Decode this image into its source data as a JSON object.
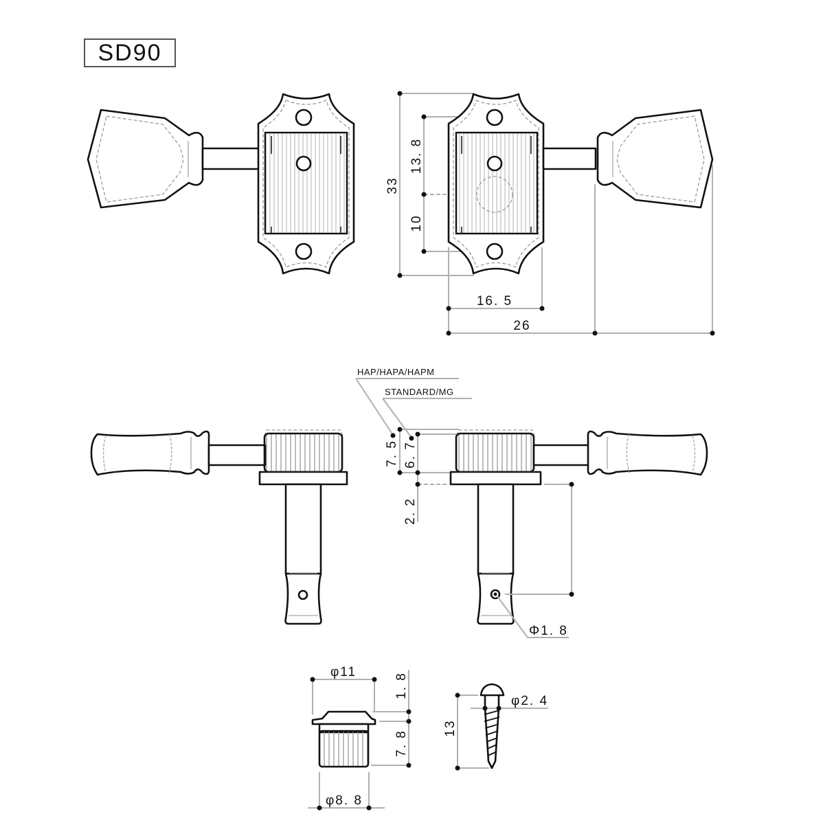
{
  "title": "SD90",
  "top_view": {
    "dimensions": {
      "overall_height": "33",
      "hole_to_center": "13. 8",
      "center_to_hole": "10",
      "housing_to_post": "16. 5",
      "overall_width": "26"
    }
  },
  "side_view": {
    "variants": {
      "hap": "HAP/HAPA/HAPM",
      "standard": "STANDARD/MG"
    },
    "dimensions": {
      "hap_height": "7. 5",
      "standard_height": "6. 7",
      "flange": "2. 2",
      "string_hole": "Φ1. 8"
    }
  },
  "bushing": {
    "dimensions": {
      "outer_diameter": "φ11",
      "flange_height": "1. 8",
      "body_height": "7. 8",
      "body_diameter": "φ8. 8"
    }
  },
  "screw": {
    "dimensions": {
      "diameter": "φ2. 4",
      "length": "13"
    }
  }
}
